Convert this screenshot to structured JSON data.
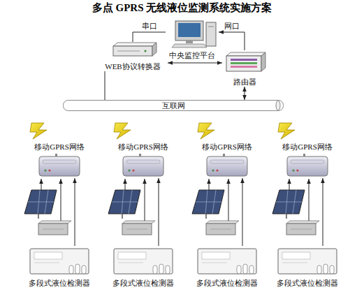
{
  "diagram": {
    "title": "多点 GPRS 无线液位监测系统实施方案",
    "nodes": [
      {
        "text": [
          "中央监控平台"
        ]
      },
      {
        "text": [
          "WEB协议转换器"
        ]
      },
      {
        "text": [
          "路由器"
        ]
      },
      {
        "text": [
          "互联网"
        ]
      },
      {
        "text": [
          "移动GPRS网络"
        ]
      },
      {
        "text": [
          "移动GPRS网络"
        ]
      },
      {
        "text": [
          "移动GPRS网络"
        ]
      },
      {
        "text": [
          "移动GPRS网络"
        ]
      },
      {
        "text": [
          "多段式液位检测器"
        ]
      },
      {
        "text": [
          "多段式液位检测器"
        ]
      },
      {
        "text": [
          "多段式液位检测器"
        ]
      },
      {
        "text": [
          "多段式液位检测器"
        ]
      }
    ],
    "edges": [
      {
        "from": 1,
        "to": 0,
        "label": "串口",
        "arrow": "none"
      },
      {
        "from": 2,
        "to": 0,
        "label": "网口",
        "arrow": "to"
      },
      {
        "from": 1,
        "to": 2,
        "arrow": "both"
      },
      {
        "from": 2,
        "to": 3,
        "arrow": "both"
      },
      {
        "from": 1,
        "to": 3,
        "arrow": "none"
      },
      {
        "from": 8,
        "to": 4,
        "arrow": "to"
      },
      {
        "from": 9,
        "to": 5,
        "arrow": "to"
      },
      {
        "from": 10,
        "to": 6,
        "arrow": "to"
      },
      {
        "from": 11,
        "to": 7,
        "arrow": "to"
      }
    ]
  }
}
